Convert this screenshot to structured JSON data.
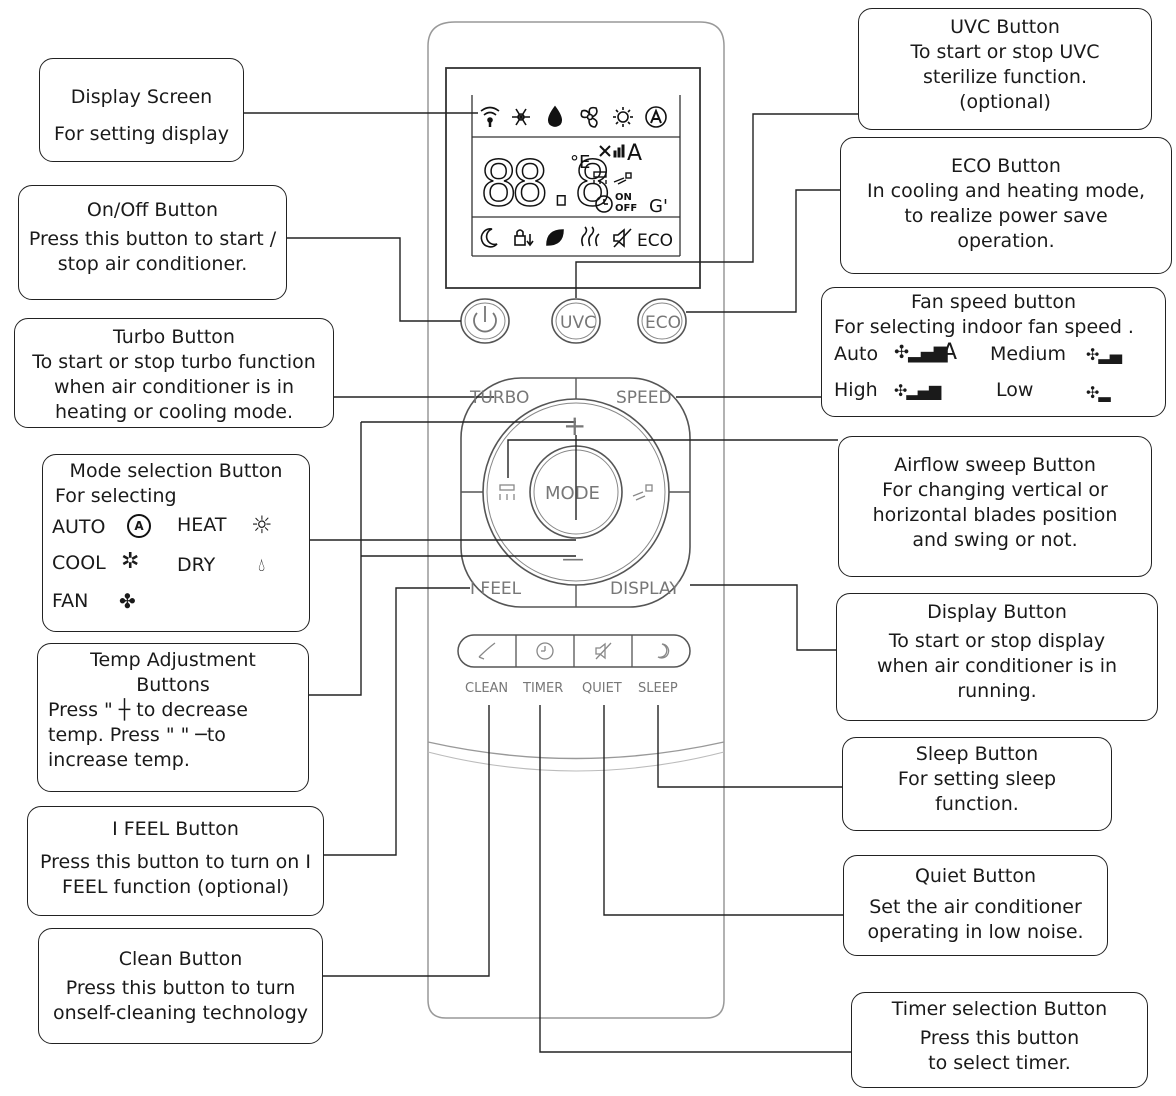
{
  "remote": {
    "display": {
      "icons_top": [
        "wifi-icon",
        "cool-icon",
        "dry-icon",
        "fan-icon",
        "heat-icon",
        "auto-icon"
      ],
      "digits": "88.8",
      "unit": "°E",
      "fan_suffix": "A",
      "onoff_on": "ON",
      "onoff_off": "OFF",
      "g_mark": "G'",
      "icons_bottom": [
        "sleep-icon",
        "lock-icon",
        "leaf-icon",
        "heat-wave-icon",
        "mute-icon"
      ],
      "eco_text": "ECO"
    },
    "buttons": {
      "uvc": "UVC",
      "eco": "ECO",
      "turbo": "TURBO",
      "speed": "SPEED",
      "mode": "MODE",
      "plus": "+",
      "minus": "—",
      "ifeel": "I FEEL",
      "display": "DISPLAY",
      "clean": "CLEAN",
      "timer": "TIMER",
      "quiet": "QUIET",
      "sleep": "SLEEP"
    }
  },
  "callouts": {
    "display_screen": {
      "title": "Display Screen",
      "desc": "For setting display"
    },
    "onoff": {
      "title": "On/Off Button",
      "desc": "Press this button to start / stop air conditioner."
    },
    "turbo": {
      "title": "Turbo Button",
      "desc": "To start or stop turbo function when  air  conditioner is  in heating or cooling mode."
    },
    "mode": {
      "title": "Mode selection Button",
      "desc": "For selecting",
      "items": [
        {
          "label": "AUTO",
          "icon": "auto-icon"
        },
        {
          "label": "HEAT",
          "icon": "heat-icon"
        },
        {
          "label": "COOL",
          "icon": "cool-icon"
        },
        {
          "label": "DRY",
          "icon": "dry-icon"
        },
        {
          "label": "FAN",
          "icon": "fan-icon"
        }
      ]
    },
    "temp": {
      "title": "Temp   Adjustment",
      "title2": "Buttons",
      "line1": "Press  \" ┼ to   decrease",
      "line2": "temp.  Press \"  \" ─to",
      "line3": "increase temp."
    },
    "ifeel": {
      "title": "I FEEL Button",
      "desc": "Press this button to turn on I FEEL function (optional)"
    },
    "clean": {
      "title": "Clean Button",
      "desc": "Press this button to turn onself-cleaning technology"
    },
    "uvc": {
      "title": "UVC Button",
      "desc": "To  start  or  stop  UVC sterilize function. (optional)"
    },
    "eco": {
      "title": "ECO Button",
      "desc": "In cooling and heating mode, to realize power save operation."
    },
    "speed": {
      "title": "Fan speed button",
      "desc": "For selecting indoor fan speed .",
      "items": [
        {
          "label": "Auto",
          "suffix": "A"
        },
        {
          "label": "Medium",
          "suffix": ""
        },
        {
          "label": "High",
          "suffix": ""
        },
        {
          "label": "Low",
          "suffix": ""
        }
      ]
    },
    "airflow": {
      "title": "Airflow sweep Button",
      "line1": "For changing vertical or",
      "line2": "horizontal blades position",
      "line3": "and  swing or not."
    },
    "display_btn": {
      "title": "Display Button",
      "desc": "To  start  or  stop  display when air conditioner is in running."
    },
    "sleep": {
      "title": "Sleep Button",
      "desc": "For setting sleep function."
    },
    "quiet": {
      "title": "Quiet Button",
      "desc": "Set  the  air conditioner operating in low noise."
    },
    "timer": {
      "title": "Timer selection  Button",
      "desc": "Press this button to select timer."
    }
  }
}
